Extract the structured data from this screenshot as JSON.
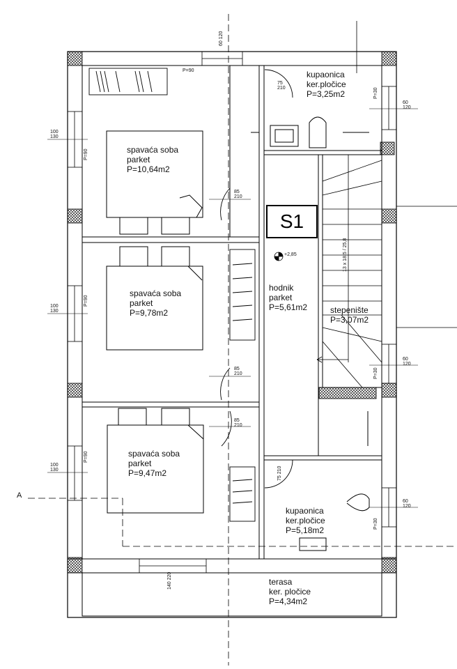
{
  "rooms": [
    {
      "name_l1": "spavaća soba",
      "name_l2": "parket",
      "area": "P=10,64m2"
    },
    {
      "name_l1": "spavaća soba",
      "name_l2": "parket",
      "area": "P=9,78m2"
    },
    {
      "name_l1": "spavaća soba",
      "name_l2": "parket",
      "area": "P=9,47m2"
    },
    {
      "name_l1": "hodnik",
      "name_l2": "parket",
      "area": "P=5,61m2"
    },
    {
      "name_l1": "stepenište",
      "area": "P=3,07m2"
    },
    {
      "name_l1": "kupaonica",
      "name_l2": "ker.pločice",
      "area": "P=3,25m2"
    },
    {
      "name_l1": "kupaonica",
      "name_l2": "ker.pločice",
      "area": "P=5,18m2"
    },
    {
      "name_l1": "terasa",
      "name_l2": "ker. pločice",
      "area": "P=4,34m2"
    }
  ],
  "space_tag": "S1",
  "section_mark": "A",
  "dims": {
    "window_left": [
      "100",
      "130"
    ],
    "window_right": [
      "60",
      "120"
    ],
    "door_85": [
      "85",
      "210"
    ],
    "door_bath_top": [
      "75",
      "210"
    ],
    "door_bath_bottom": [
      "75",
      "210"
    ],
    "window_top": [
      "60",
      "120"
    ],
    "window_terrace": [
      "140",
      "220"
    ],
    "p90": "P=90",
    "p30": "P=30",
    "level": "+2,85",
    "stair_note": "13 x 18,5 / 25,8"
  }
}
